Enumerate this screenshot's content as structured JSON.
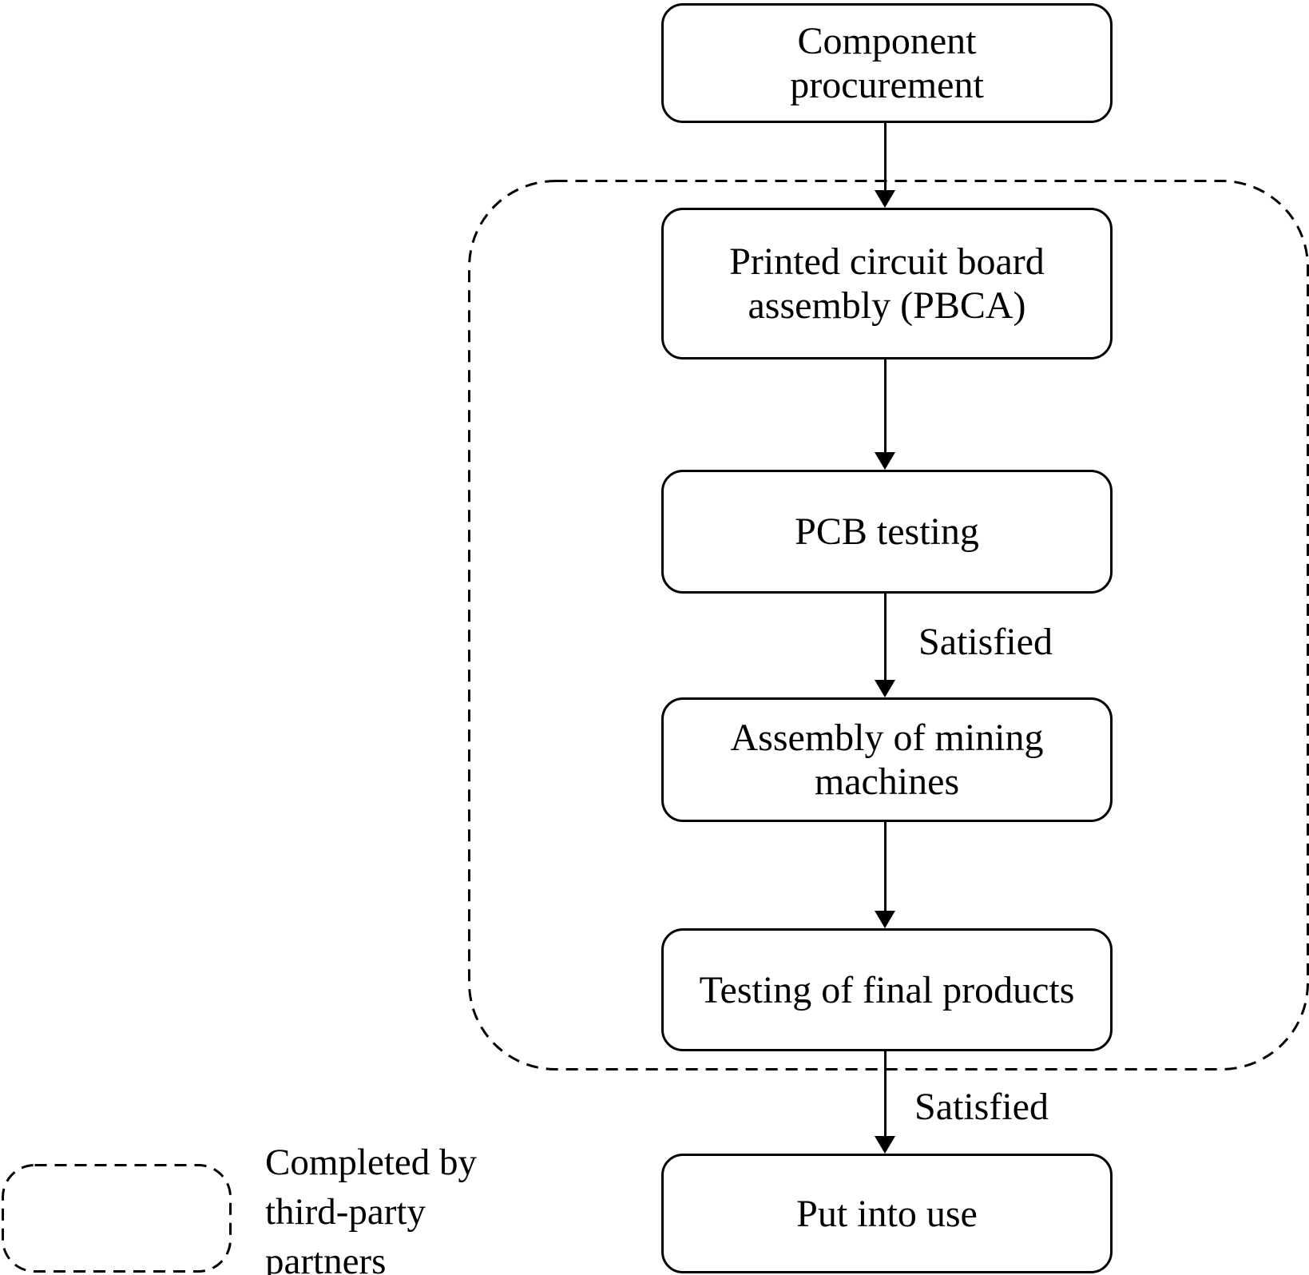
{
  "diagram": {
    "type": "flowchart",
    "nodes": [
      {
        "id": "component-procurement",
        "label": "Component procurement"
      },
      {
        "id": "pcb-assembly",
        "label": "Printed circuit board assembly (PBCA)"
      },
      {
        "id": "pcb-testing",
        "label": "PCB testing"
      },
      {
        "id": "mining-assembly",
        "label": "Assembly of mining machines"
      },
      {
        "id": "final-testing",
        "label": "Testing of final products"
      },
      {
        "id": "put-into-use",
        "label": "Put into use"
      }
    ],
    "edges": [
      {
        "from": "component-procurement",
        "to": "pcb-assembly",
        "label": ""
      },
      {
        "from": "pcb-assembly",
        "to": "pcb-testing",
        "label": ""
      },
      {
        "from": "pcb-testing",
        "to": "mining-assembly",
        "label": "Satisfied"
      },
      {
        "from": "mining-assembly",
        "to": "final-testing",
        "label": ""
      },
      {
        "from": "final-testing",
        "to": "put-into-use",
        "label": "Satisfied"
      }
    ],
    "third_party_group": {
      "contains": [
        "pcb-assembly",
        "pcb-testing",
        "mining-assembly",
        "final-testing"
      ]
    },
    "legend": {
      "label": "Completed by third-party partners"
    },
    "colors": {
      "stroke": "#000000",
      "background": "#ffffff",
      "text": "#000000"
    }
  }
}
